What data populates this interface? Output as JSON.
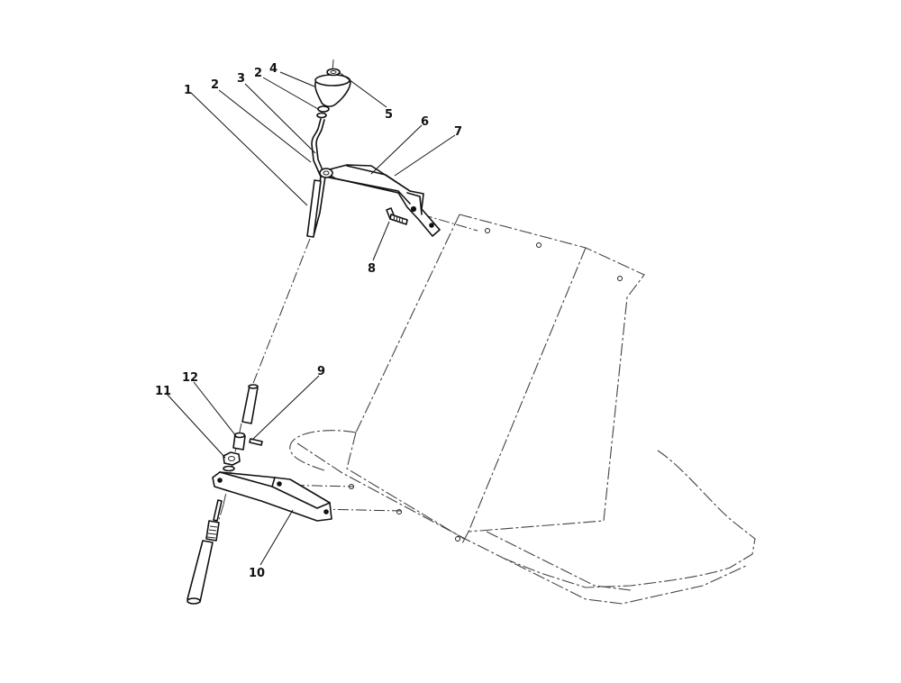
{
  "callouts": {
    "c1": "1",
    "c2a": "2",
    "c2b": "2",
    "c3": "3",
    "c4": "4",
    "c5": "5",
    "c6": "6",
    "c7": "7",
    "c8": "8",
    "c9": "9",
    "c10": "10",
    "c11": "11",
    "c12": "12"
  }
}
